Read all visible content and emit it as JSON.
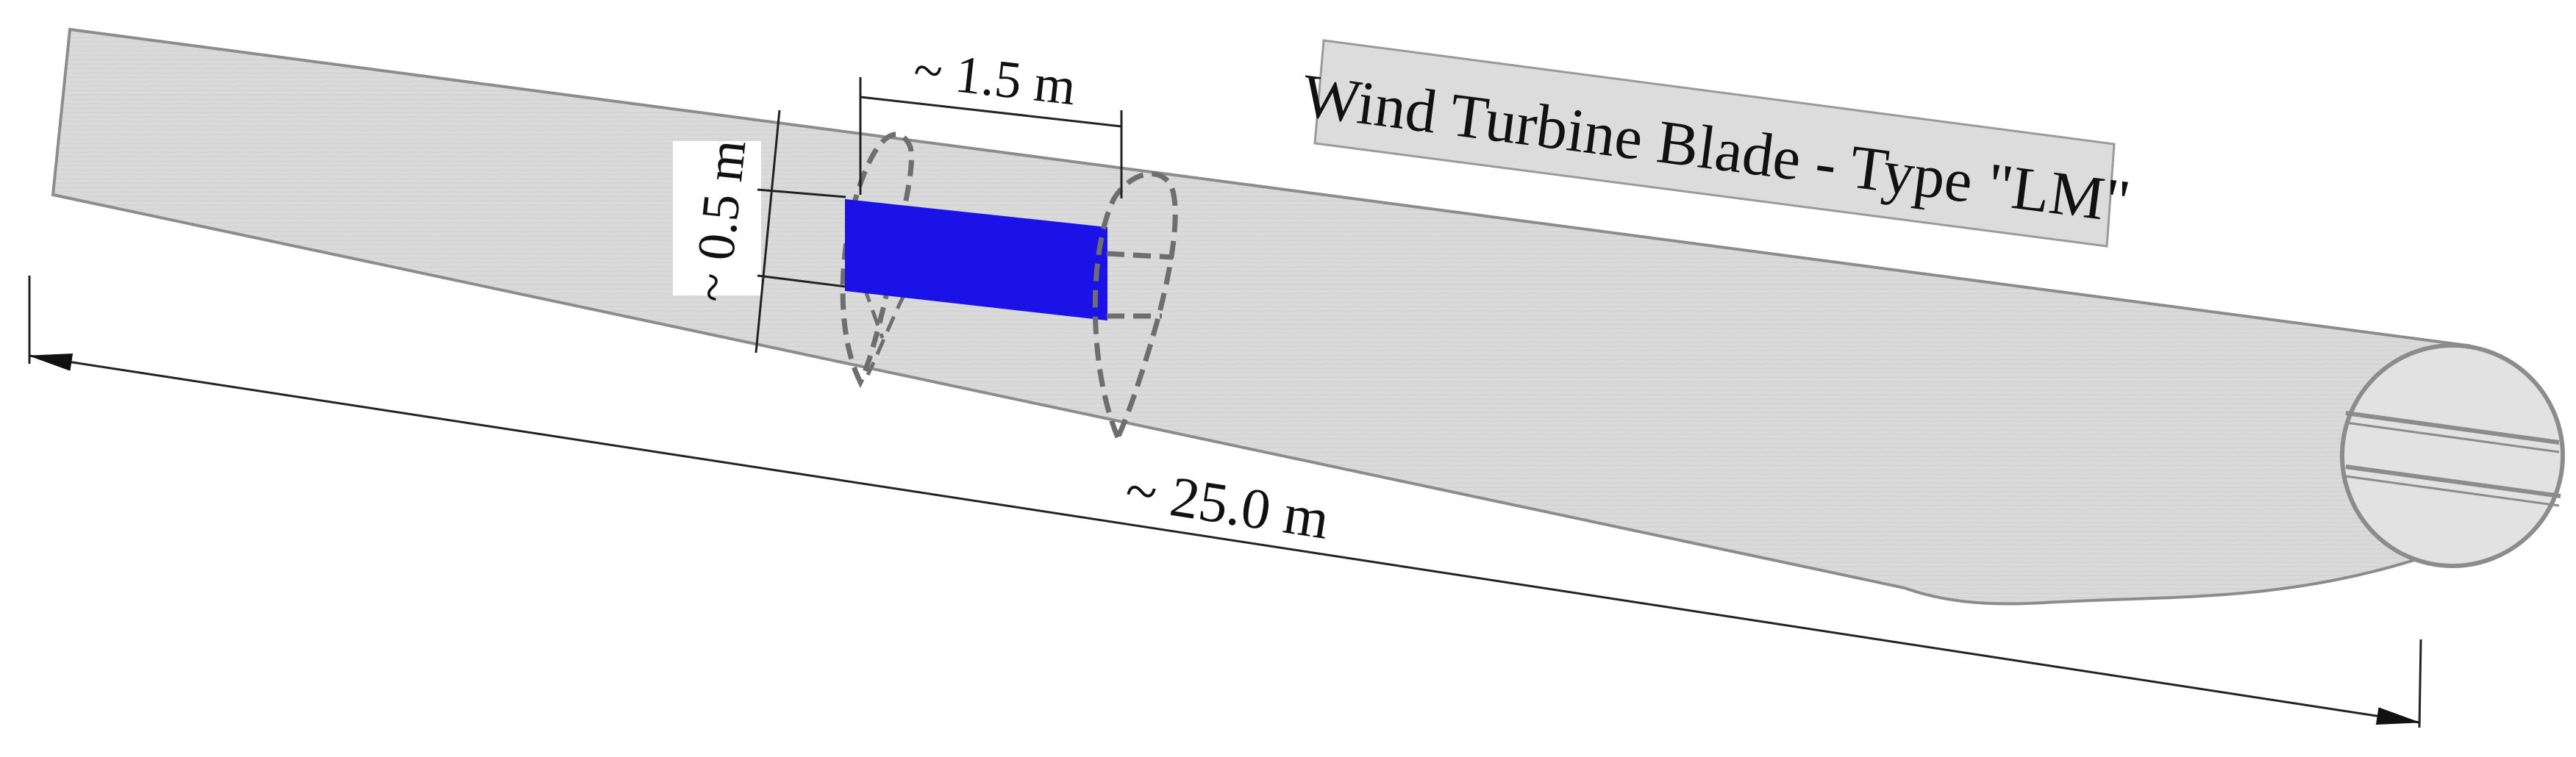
{
  "title_box": {
    "text": "Wind Turbine Blade - Type \"LM\""
  },
  "dimensions": {
    "section_length": "~ 1.5 m",
    "section_height": "~ 0.5 m",
    "blade_length": "~ 25.0 m"
  },
  "colors": {
    "blade_fill": "#dcdcdc",
    "blade_stroke": "#8c8c8c",
    "section_fill": "#1a12e6",
    "dashed_outline": "#6e6e6e",
    "title_box_fill": "#dcdcdc",
    "dimension_line": "#222222"
  }
}
